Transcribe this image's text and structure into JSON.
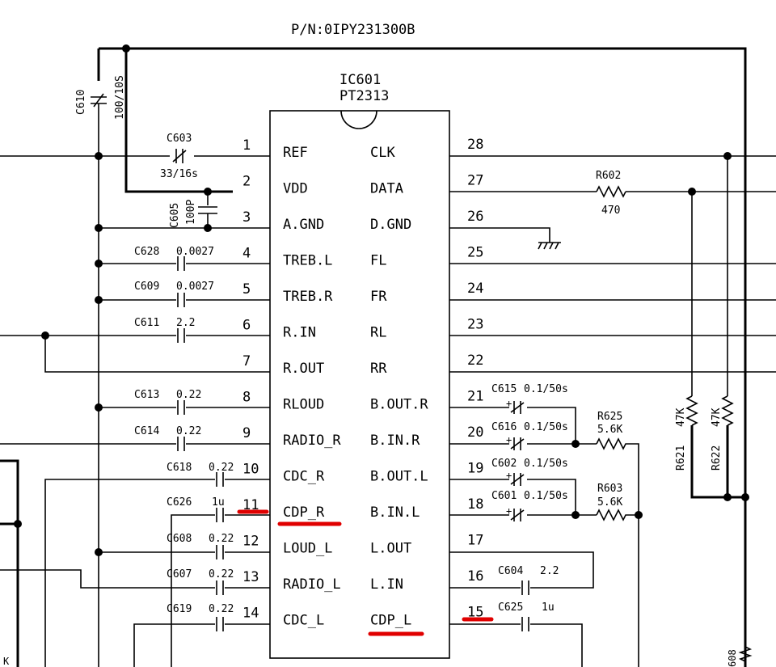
{
  "part_number": "P/N:0IPY231300B",
  "ic": {
    "ref": "IC601",
    "name": "PT2313"
  },
  "pins_left": [
    {
      "num": "1",
      "name": "REF"
    },
    {
      "num": "2",
      "name": "VDD"
    },
    {
      "num": "3",
      "name": "A.GND"
    },
    {
      "num": "4",
      "name": "TREB.L"
    },
    {
      "num": "5",
      "name": "TREB.R"
    },
    {
      "num": "6",
      "name": "R.IN"
    },
    {
      "num": "7",
      "name": "R.OUT"
    },
    {
      "num": "8",
      "name": "RLOUD"
    },
    {
      "num": "9",
      "name": "RADIO_R"
    },
    {
      "num": "10",
      "name": "CDC_R"
    },
    {
      "num": "11",
      "name": "CDP_R"
    },
    {
      "num": "12",
      "name": "LOUD_L"
    },
    {
      "num": "13",
      "name": "RADIO_L"
    },
    {
      "num": "14",
      "name": "CDC_L"
    }
  ],
  "pins_right": [
    {
      "num": "28",
      "name": "CLK"
    },
    {
      "num": "27",
      "name": "DATA"
    },
    {
      "num": "26",
      "name": "D.GND"
    },
    {
      "num": "25",
      "name": "FL"
    },
    {
      "num": "24",
      "name": "FR"
    },
    {
      "num": "23",
      "name": "RL"
    },
    {
      "num": "22",
      "name": "RR"
    },
    {
      "num": "21",
      "name": "B.OUT.R"
    },
    {
      "num": "20",
      "name": "B.IN.R"
    },
    {
      "num": "19",
      "name": "B.OUT.L"
    },
    {
      "num": "18",
      "name": "B.IN.L"
    },
    {
      "num": "17",
      "name": "L.OUT"
    },
    {
      "num": "16",
      "name": "L.IN"
    },
    {
      "num": "15",
      "name": "CDP_L"
    }
  ],
  "components": {
    "c610": {
      "ref": "C610",
      "value": "100/10S"
    },
    "c603": {
      "ref": "C603",
      "value": "33/16s"
    },
    "c605": {
      "ref": "C605",
      "value": "100P"
    },
    "c628": {
      "ref": "C628",
      "value": "0.0027"
    },
    "c609": {
      "ref": "C609",
      "value": "0.0027"
    },
    "c611": {
      "ref": "C611",
      "value": "2.2"
    },
    "c613": {
      "ref": "C613",
      "value": "0.22"
    },
    "c614": {
      "ref": "C614",
      "value": "0.22"
    },
    "c618": {
      "ref": "C618",
      "value": "0.22"
    },
    "c626": {
      "ref": "C626",
      "value": "1u"
    },
    "c608": {
      "ref": "C608",
      "value": "0.22"
    },
    "c607": {
      "ref": "C607",
      "value": "0.22"
    },
    "c619": {
      "ref": "C619",
      "value": "0.22"
    },
    "r602": {
      "ref": "R602",
      "value": "470"
    },
    "r625": {
      "ref": "R625",
      "value": "5.6K"
    },
    "r603": {
      "ref": "R603",
      "value": "5.6K"
    },
    "r621": {
      "ref": "R621",
      "value": "47K"
    },
    "r622": {
      "ref": "R622",
      "value": "47K"
    },
    "c615": {
      "ref": "C615",
      "value": "0.1/50s"
    },
    "c616": {
      "ref": "C616",
      "value": "0.1/50s"
    },
    "c602": {
      "ref": "C602",
      "value": "0.1/50s"
    },
    "c601": {
      "ref": "C601",
      "value": "0.1/50s"
    },
    "c604": {
      "ref": "C604",
      "value": "2.2"
    },
    "c625": {
      "ref": "C625",
      "value": "1u"
    }
  },
  "edge_labels": {
    "c608_partial": "608",
    "k_partial": "K"
  },
  "highlight_color": "#e00000"
}
